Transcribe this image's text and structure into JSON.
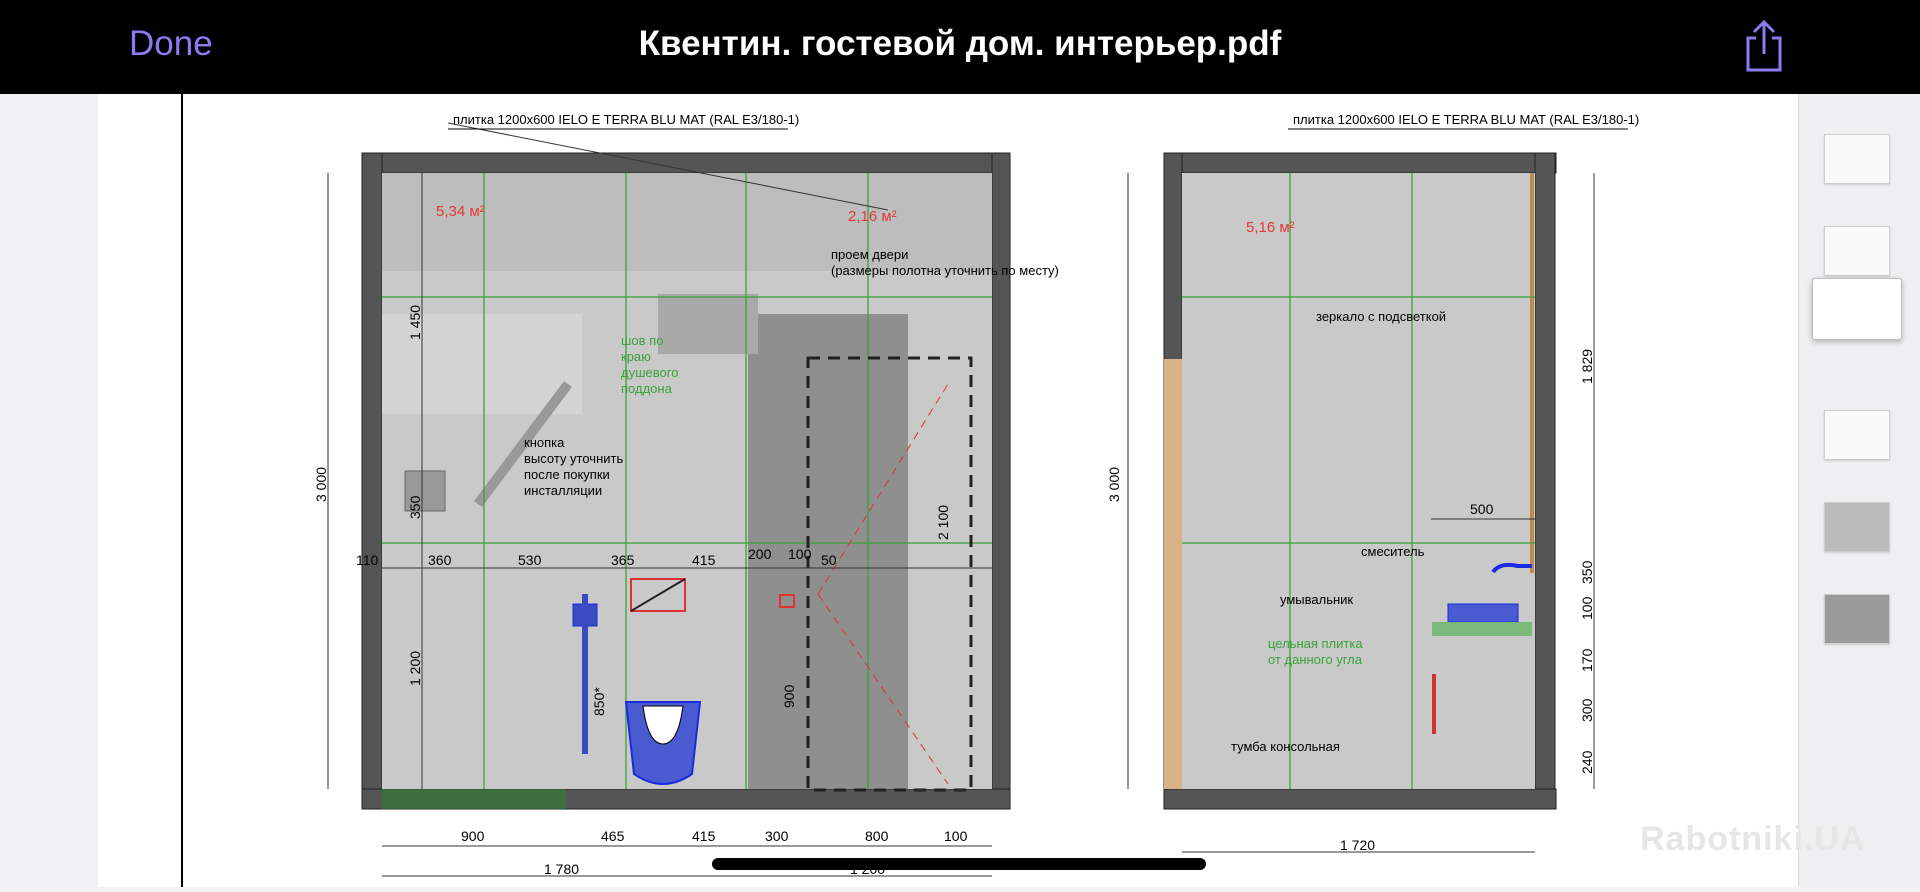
{
  "header": {
    "done_label": "Done",
    "title": "Квентин. гостевой дом. интерьер.pdf",
    "share_icon": "share-icon"
  },
  "drawing_left": {
    "tile_label": "плитка 1200х600 IELO E TERRA BLU MAT (RAL E3/180-1)",
    "area_1": "5,34 м²",
    "area_2": "2,16 м²",
    "door_note_1": "проем двери",
    "door_note_2": "(размеры полотна уточнить по месту)",
    "seam_note": [
      "шов по",
      "краю",
      "душевого",
      "поддона"
    ],
    "button_note": [
      "кнопка",
      "высоту уточнить",
      "после покупки",
      "инсталляции"
    ],
    "dims_top": [
      "110",
      "360",
      "530",
      "365",
      "415",
      "200",
      "100",
      "50"
    ],
    "dims_bottom": [
      "900",
      "465",
      "415",
      "300",
      "800",
      "100"
    ],
    "dims_total": [
      "1 780",
      "1 200"
    ],
    "dims_vertical": [
      "3 000",
      "1 450",
      "350",
      "1 200",
      "850*",
      "900",
      "2 100"
    ]
  },
  "drawing_right": {
    "tile_label": "плитка 1200х600 IELO E TERRA BLU MAT (RAL E3/180-1)",
    "area": "5,16 м²",
    "mirror_note": "зеркало с подсветкой",
    "mixer_note": "смеситель",
    "sink_note": "умывальник",
    "solid_tile_note_1": "цельная плитка",
    "solid_tile_note_2": "от данного угла",
    "cabinet_note": "тумба консольная",
    "dim_500": "500",
    "dim_width": "1 720",
    "dims_vertical": [
      "3 000",
      "1 829",
      "350",
      "100",
      "170",
      "300",
      "240"
    ]
  },
  "watermark": "Rabotniki.UA",
  "colors": {
    "accent": "#8a7cf0",
    "area_red": "#e53935",
    "note_green": "#3aa23a",
    "fixture_blue": "#1a2be0"
  }
}
